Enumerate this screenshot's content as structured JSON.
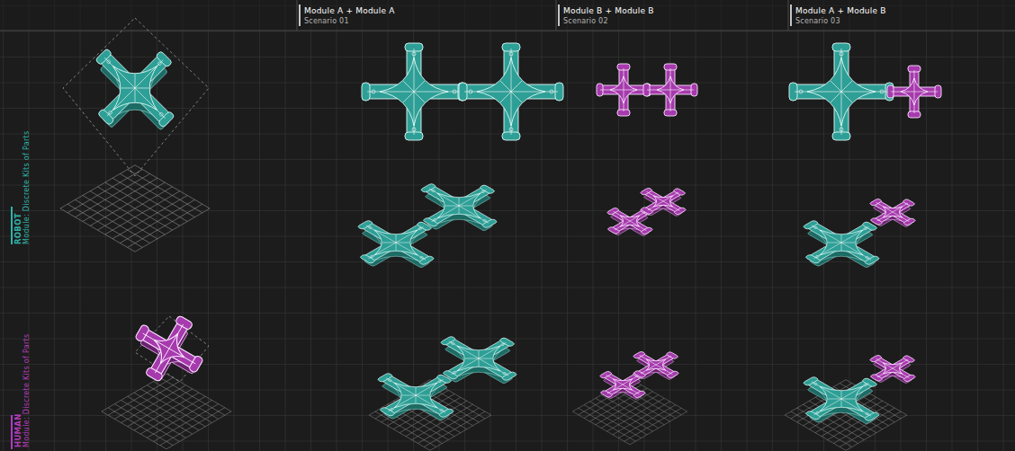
{
  "diagram": {
    "labels": [
      "Module A + Module A",
      "Scenario 01",
      "Module B + Module B",
      "Scenario 02",
      "Module A + Module B",
      "Scenario 03",
      "ROBOT",
      "Module: Discrete Kits of Parts",
      "HUMAN",
      "Module: Discrete Kits of Parts"
    ]
  }
}
